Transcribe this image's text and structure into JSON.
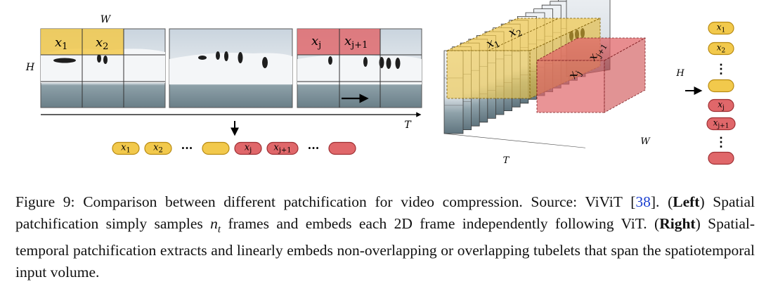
{
  "figure": {
    "colors": {
      "yellow": "#f2c94c",
      "yellow_stroke": "#b88a12",
      "red": "#e0676a",
      "red_stroke": "#9e2f33",
      "water": "#7a8e96",
      "ice": "#eef1f4",
      "sky": "#cfd9e2"
    },
    "left": {
      "width_label": "W",
      "height_label": "H",
      "time_label": "T",
      "patch_1": "x",
      "patch_1_sub": "1",
      "patch_2": "x",
      "patch_2_sub": "2",
      "patch_j": "x",
      "patch_j_sub": "j",
      "patch_j1": "x",
      "patch_j1_sub": "j+1",
      "tokens": [
        {
          "var": "x",
          "sub": "1",
          "color": "yellow"
        },
        {
          "var": "x",
          "sub": "2",
          "color": "yellow"
        },
        {
          "ellipsis": "···"
        },
        {
          "var": "",
          "sub": "",
          "color": "yellow"
        },
        {
          "var": "x",
          "sub": "j",
          "color": "red"
        },
        {
          "var": "x",
          "sub": "j+1",
          "color": "red"
        },
        {
          "ellipsis": "···"
        },
        {
          "var": "",
          "sub": "",
          "color": "red"
        }
      ]
    },
    "right": {
      "height_label": "H",
      "width_label": "W",
      "time_label": "T",
      "tube_1": "x",
      "tube_1_sub": "1",
      "tube_2": "x",
      "tube_2_sub": "2",
      "tube_j": "x",
      "tube_j_sub": "j",
      "tube_j1": "x",
      "tube_j1_sub": "j+1",
      "tokens": [
        {
          "var": "x",
          "sub": "1",
          "color": "yellow"
        },
        {
          "var": "x",
          "sub": "2",
          "color": "yellow"
        },
        {
          "dots": "⋮"
        },
        {
          "var": "",
          "sub": "",
          "color": "yellow"
        },
        {
          "var": "x",
          "sub": "j",
          "color": "red"
        },
        {
          "var": "x",
          "sub": "j+1",
          "color": "red"
        },
        {
          "dots": "⋮"
        },
        {
          "var": "",
          "sub": "",
          "color": "red"
        }
      ]
    }
  },
  "caption": {
    "lead": "Figure 9: Comparison between different patchification for video compression. Source: ViViT [",
    "ref": "38",
    "after_ref": "]. (",
    "left_bold": "Left",
    "part2": ") Spatial patchification simply samples ",
    "math_var": "n",
    "math_sub": "t",
    "part3": " frames and embeds each 2D frame independently following ViT. (",
    "right_bold": "Right",
    "part4": ") Spatial-temporal patchification extracts and linearly embeds non-overlapping or overlapping tubelets that span the spatiotemporal input volume."
  }
}
